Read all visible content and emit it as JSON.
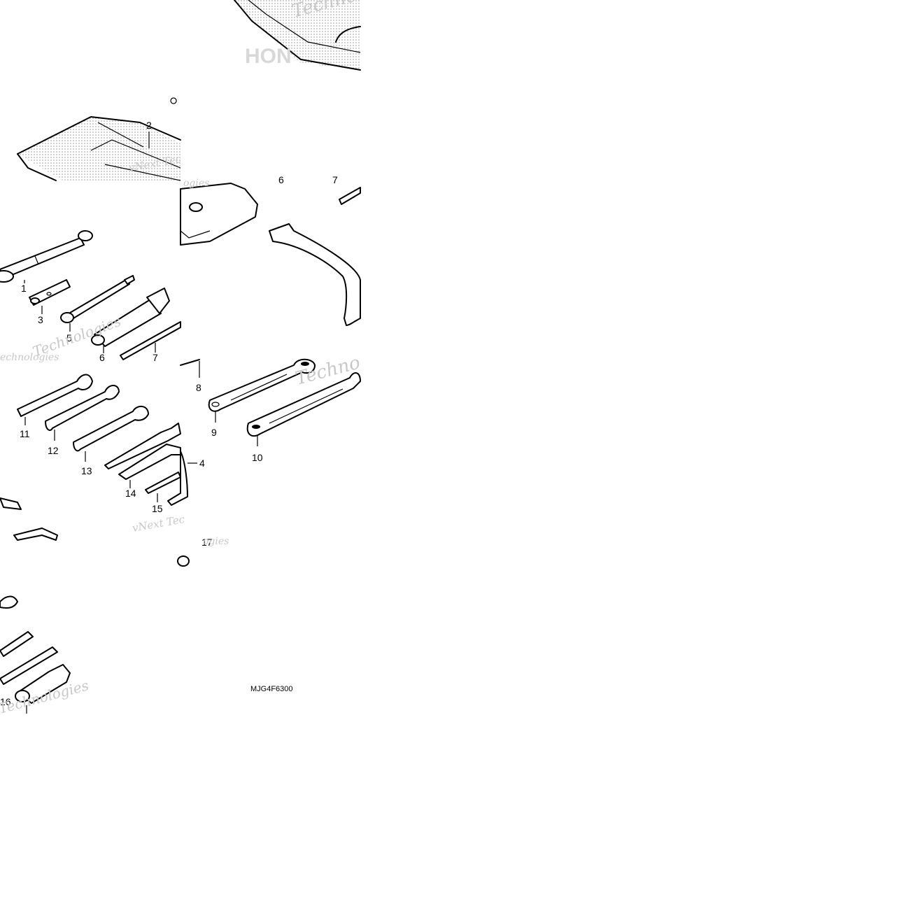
{
  "diagram": {
    "part_code": "MJG4F6300",
    "callouts": [
      "1",
      "2",
      "3",
      "4",
      "5",
      "6",
      "7",
      "8",
      "9",
      "10",
      "11",
      "12",
      "13",
      "14",
      "15",
      "16",
      "17"
    ],
    "watermark_lines": [
      "vNext Technologies",
      "Technologies",
      "echnologies",
      "chnologies",
      "vNext Tec",
      "Techno",
      "ogies"
    ],
    "logo_fragment": "HON",
    "colors": {
      "line": "#000000",
      "watermark": "#c8c8c8",
      "background": "#ffffff"
    }
  }
}
